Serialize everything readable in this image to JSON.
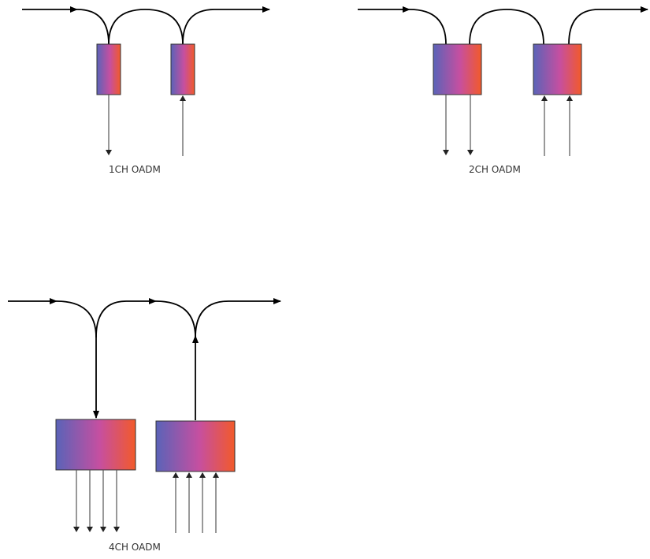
{
  "diagrams": {
    "one": {
      "label": "1CH OADM"
    },
    "two": {
      "label": "2CH OADM"
    },
    "four": {
      "label": "4CH OADM"
    }
  },
  "colors": {
    "gradient_left": "#5a63b8",
    "gradient_mid": "#c64fa0",
    "gradient_right": "#f25a2a",
    "line": "#000000"
  }
}
